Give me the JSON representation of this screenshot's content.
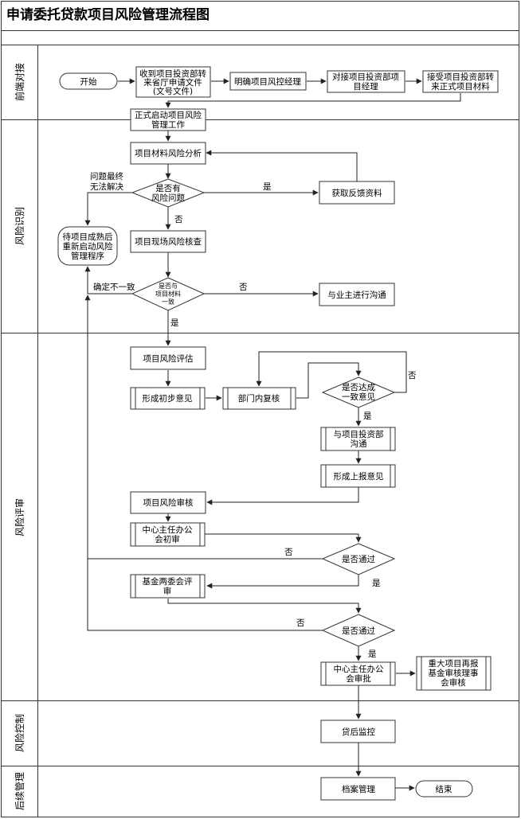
{
  "title": "申请委托贷款项目风险管理流程图",
  "lanes": [
    {
      "id": "lane-1",
      "label": "前端对接"
    },
    {
      "id": "lane-2",
      "label": "风险识别"
    },
    {
      "id": "lane-3",
      "label": "风险评审"
    },
    {
      "id": "lane-4",
      "label": "风险控制"
    },
    {
      "id": "lane-5",
      "label": "后续管理"
    }
  ],
  "nodes": {
    "start": [
      "开始"
    ],
    "receive_docs": [
      "收到项目投资部转",
      "来省厅申请文件",
      "(文号文件)"
    ],
    "assign_manager": [
      "明确项目风控经理"
    ],
    "connect_manager": [
      "对接项目投资部项",
      "目经理"
    ],
    "accept_materials": [
      "接受项目投资部转",
      "来正式项目材料"
    ],
    "launch_risk": [
      "正式启动项目风险",
      "管理工作"
    ],
    "material_analysis": [
      "项目材料风险分析"
    ],
    "has_risk": [
      "是否有",
      "风险问题"
    ],
    "get_feedback": [
      "获取反馈资料"
    ],
    "wait_restart": [
      "待项目成熟后",
      "重新启动风险",
      "管理程序"
    ],
    "onsite_check": [
      "项目现场风险核查"
    ],
    "consistent": [
      "是否与",
      "项目材料",
      "一致"
    ],
    "communicate_owner": [
      "与业主进行沟通"
    ],
    "risk_assess": [
      "项目风险评估"
    ],
    "prelim_opinion": [
      "形成初步意见"
    ],
    "dept_review": [
      "部门内复核"
    ],
    "agree": [
      "是否达成",
      "一致意见"
    ],
    "communicate_dept": [
      "与项目投资部",
      "沟通"
    ],
    "report_opinion": [
      "形成上报意见"
    ],
    "risk_review": [
      "项目风险审核"
    ],
    "center_first": [
      "中心主任办公",
      "会初审"
    ],
    "pass1": [
      "是否通过"
    ],
    "fund_committee": [
      "基金两委会评",
      "审"
    ],
    "pass2": [
      "是否通过"
    ],
    "center_approve": [
      "中心主任办公",
      "会审批"
    ],
    "major_review": [
      "重大项目再报",
      "基金审核理事",
      "会审核"
    ],
    "post_loan": [
      "贷后监控"
    ],
    "archive": [
      "档案管理"
    ],
    "end": [
      "结束"
    ]
  },
  "edge_labels": {
    "yes1": "是",
    "no1": "否",
    "unresolved": [
      "问题最终",
      "无法解决"
    ],
    "no2": "否",
    "confirmed_inconsistent": "确定不一致",
    "yes2": "是",
    "no3": "否",
    "yes3": "是",
    "no4": "否",
    "yes4": "是",
    "no5": "否",
    "yes5": "是"
  }
}
